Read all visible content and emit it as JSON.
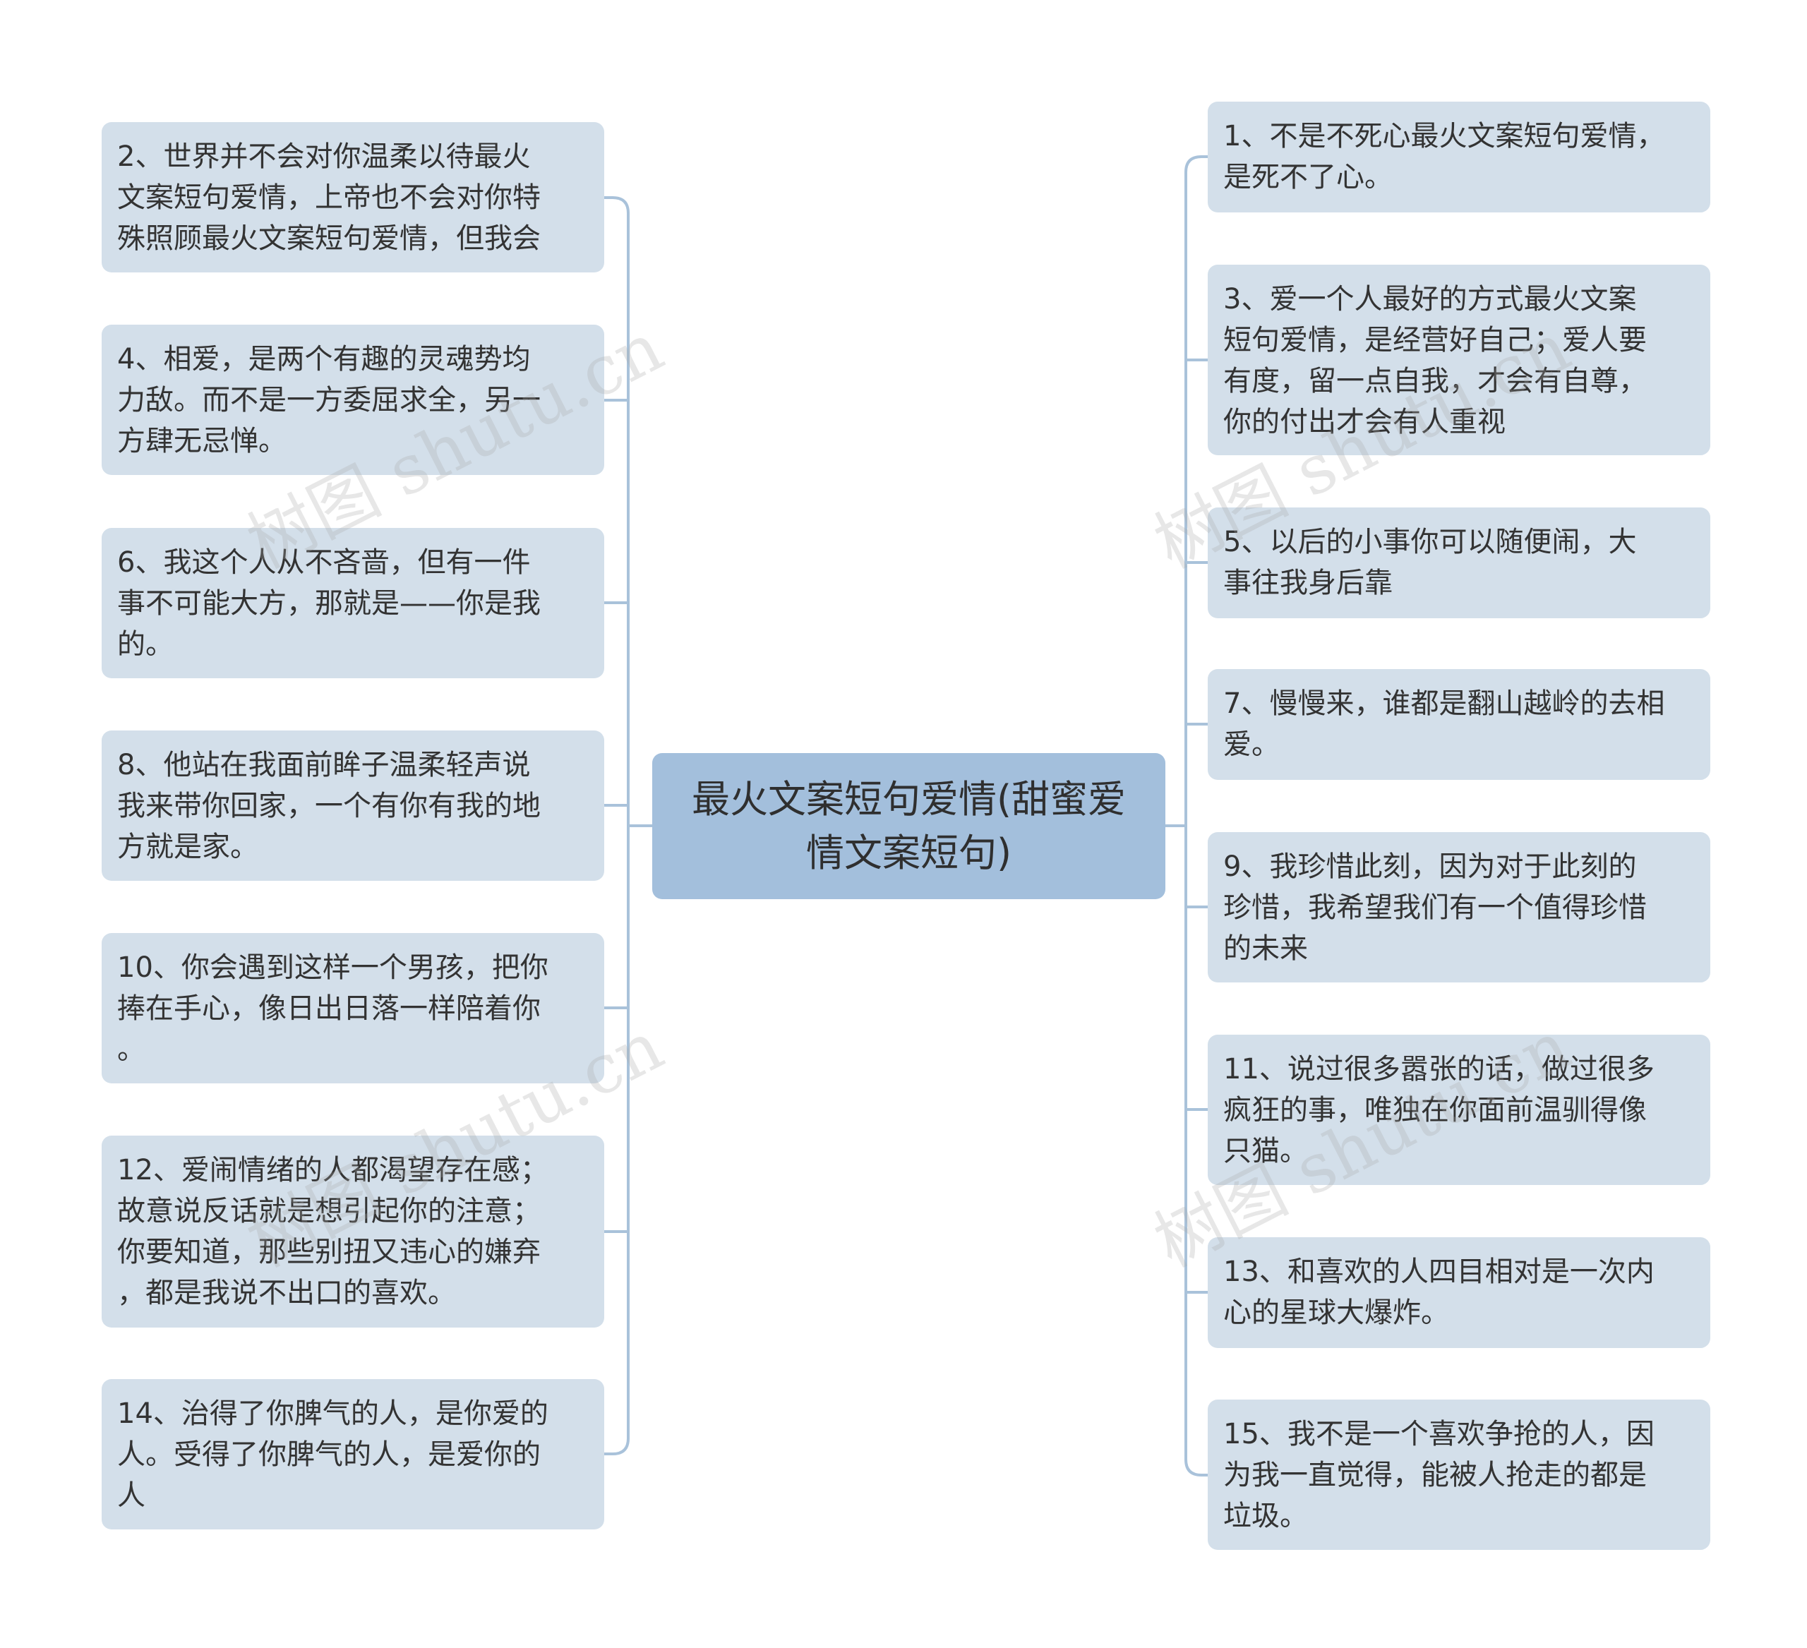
{
  "center": {
    "text": "最火文案短句爱情(甜蜜爱\n情文案短句)"
  },
  "left_branches": [
    {
      "id": "n2",
      "text": "2、世界并不会对你温柔以待最火\n文案短句爱情，上帝也不会对你特\n殊照顾最火文案短句爱情，但我会"
    },
    {
      "id": "n4",
      "text": "4、相爱，是两个有趣的灵魂势均\n力敌。而不是一方委屈求全，另一\n方肆无忌惮。"
    },
    {
      "id": "n6",
      "text": "6、我这个人从不吝啬，但有一件\n事不可能大方，那就是——你是我\n的。"
    },
    {
      "id": "n8",
      "text": "8、他站在我面前眸子温柔轻声说\n我来带你回家，一个有你有我的地\n方就是家。"
    },
    {
      "id": "n10",
      "text": "10、你会遇到这样一个男孩，把你\n捧在手心，像日出日落一样陪着你\n。"
    },
    {
      "id": "n12",
      "text": "12、爱闹情绪的人都渴望存在感；\n故意说反话就是想引起你的注意；\n你要知道，那些别扭又违心的嫌弃\n，都是我说不出口的喜欢。"
    },
    {
      "id": "n14",
      "text": "14、治得了你脾气的人，是你爱的\n人。受得了你脾气的人，是爱你的\n人"
    }
  ],
  "right_branches": [
    {
      "id": "n1",
      "text": "1、不是不死心最火文案短句爱情，\n是死不了心。"
    },
    {
      "id": "n3",
      "text": "3、爱一个人最好的方式最火文案\n短句爱情，是经营好自己；爱人要\n有度，留一点自我，才会有自尊，\n你的付出才会有人重视"
    },
    {
      "id": "n5",
      "text": "5、以后的小事你可以随便闹，大\n事往我身后靠"
    },
    {
      "id": "n7",
      "text": "7、慢慢来，谁都是翻山越岭的去相\n爱。"
    },
    {
      "id": "n9",
      "text": "9、我珍惜此刻，因为对于此刻的\n珍惜，我希望我们有一个值得珍惜\n的未来"
    },
    {
      "id": "n11",
      "text": "11、说过很多嚣张的话，做过很多\n疯狂的事，唯独在你面前温驯得像\n只猫。"
    },
    {
      "id": "n13",
      "text": "13、和喜欢的人四目相对是一次内\n心的星球大爆炸。"
    },
    {
      "id": "n15",
      "text": "15、我不是一个喜欢争抢的人，因\n为我一直觉得，能被人抢走的都是\n垃圾。"
    }
  ],
  "watermark": {
    "text": "树图 shutu.cn"
  },
  "colors": {
    "node_bg": "#d3dfea",
    "center_bg": "#a3bfdc",
    "edge": "#a9c2da",
    "text": "#333333"
  }
}
